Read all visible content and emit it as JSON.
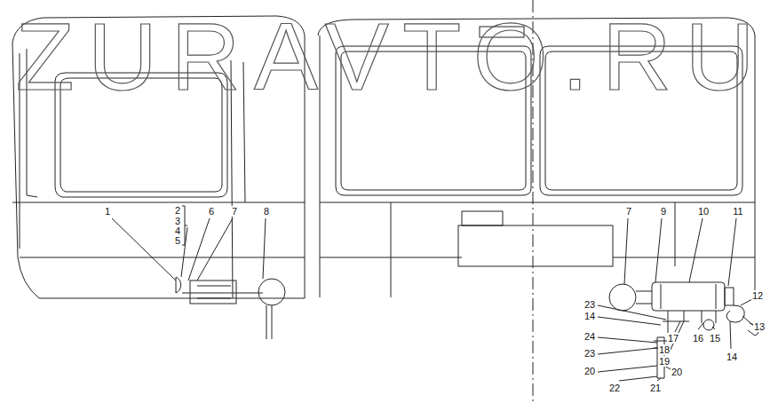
{
  "diagram": {
    "labels": [
      "ZURAVTO.RU",
      "1",
      "2",
      "3",
      "4",
      "5",
      "6",
      "7",
      "8",
      "7",
      "9",
      "10",
      "11",
      "12",
      "23",
      "14",
      "24",
      "23",
      "20",
      "22",
      "21",
      "20",
      "19",
      "18",
      "17",
      "16",
      "15",
      "14",
      "13"
    ]
  }
}
